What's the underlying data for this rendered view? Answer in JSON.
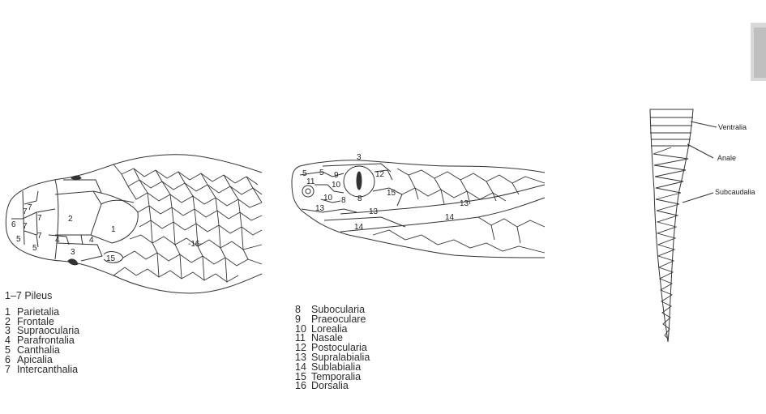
{
  "legend_left": {
    "title_num": "1–7",
    "title": "Pileus",
    "items": [
      {
        "num": "1",
        "name": "Parietalia"
      },
      {
        "num": "2",
        "name": "Frontale"
      },
      {
        "num": "3",
        "name": "Supraocularia"
      },
      {
        "num": "4",
        "name": "Parafrontalia"
      },
      {
        "num": "5",
        "name": "Canthalia"
      },
      {
        "num": "6",
        "name": "Apicalia"
      },
      {
        "num": "7",
        "name": "Intercanthalia"
      }
    ]
  },
  "legend_mid": {
    "items": [
      {
        "num": "8",
        "name": "Subocularia"
      },
      {
        "num": "9",
        "name": "Praeoculare"
      },
      {
        "num": "10",
        "name": "Lorealia"
      },
      {
        "num": "11",
        "name": "Nasale"
      },
      {
        "num": "12",
        "name": "Postocularia"
      },
      {
        "num": "13",
        "name": "Supralabialia"
      },
      {
        "num": "14",
        "name": "Sublabialia"
      },
      {
        "num": "15",
        "name": "Temporalia"
      },
      {
        "num": "16",
        "name": "Dorsalia"
      }
    ]
  },
  "top_view_labels": {
    "l1": "1",
    "l2": "2",
    "l3": "3",
    "l4a": "4",
    "l4b": "4",
    "l5a": "5",
    "l5b": "5",
    "l6": "6",
    "l7a": "7",
    "l7b": "7",
    "l7c": "7",
    "l7d": "7",
    "l7e": "7",
    "l15": "15",
    "l16": "-16-"
  },
  "side_view_labels": {
    "l3": "3",
    "l5a": "5",
    "l5b": "5",
    "l9": "9",
    "l11": "11",
    "l10a": "10",
    "l10b": "10",
    "l8a": "8",
    "l8b": "8",
    "l12": "12",
    "l15": "15",
    "l13a": "13",
    "l13b": "13",
    "l13c": "13",
    "l14a": "14",
    "l14b": "14"
  },
  "tail_view_labels": {
    "ventralia": "Ventralia",
    "anale": "Anale",
    "subcaudalia": "Subcaudalia"
  }
}
